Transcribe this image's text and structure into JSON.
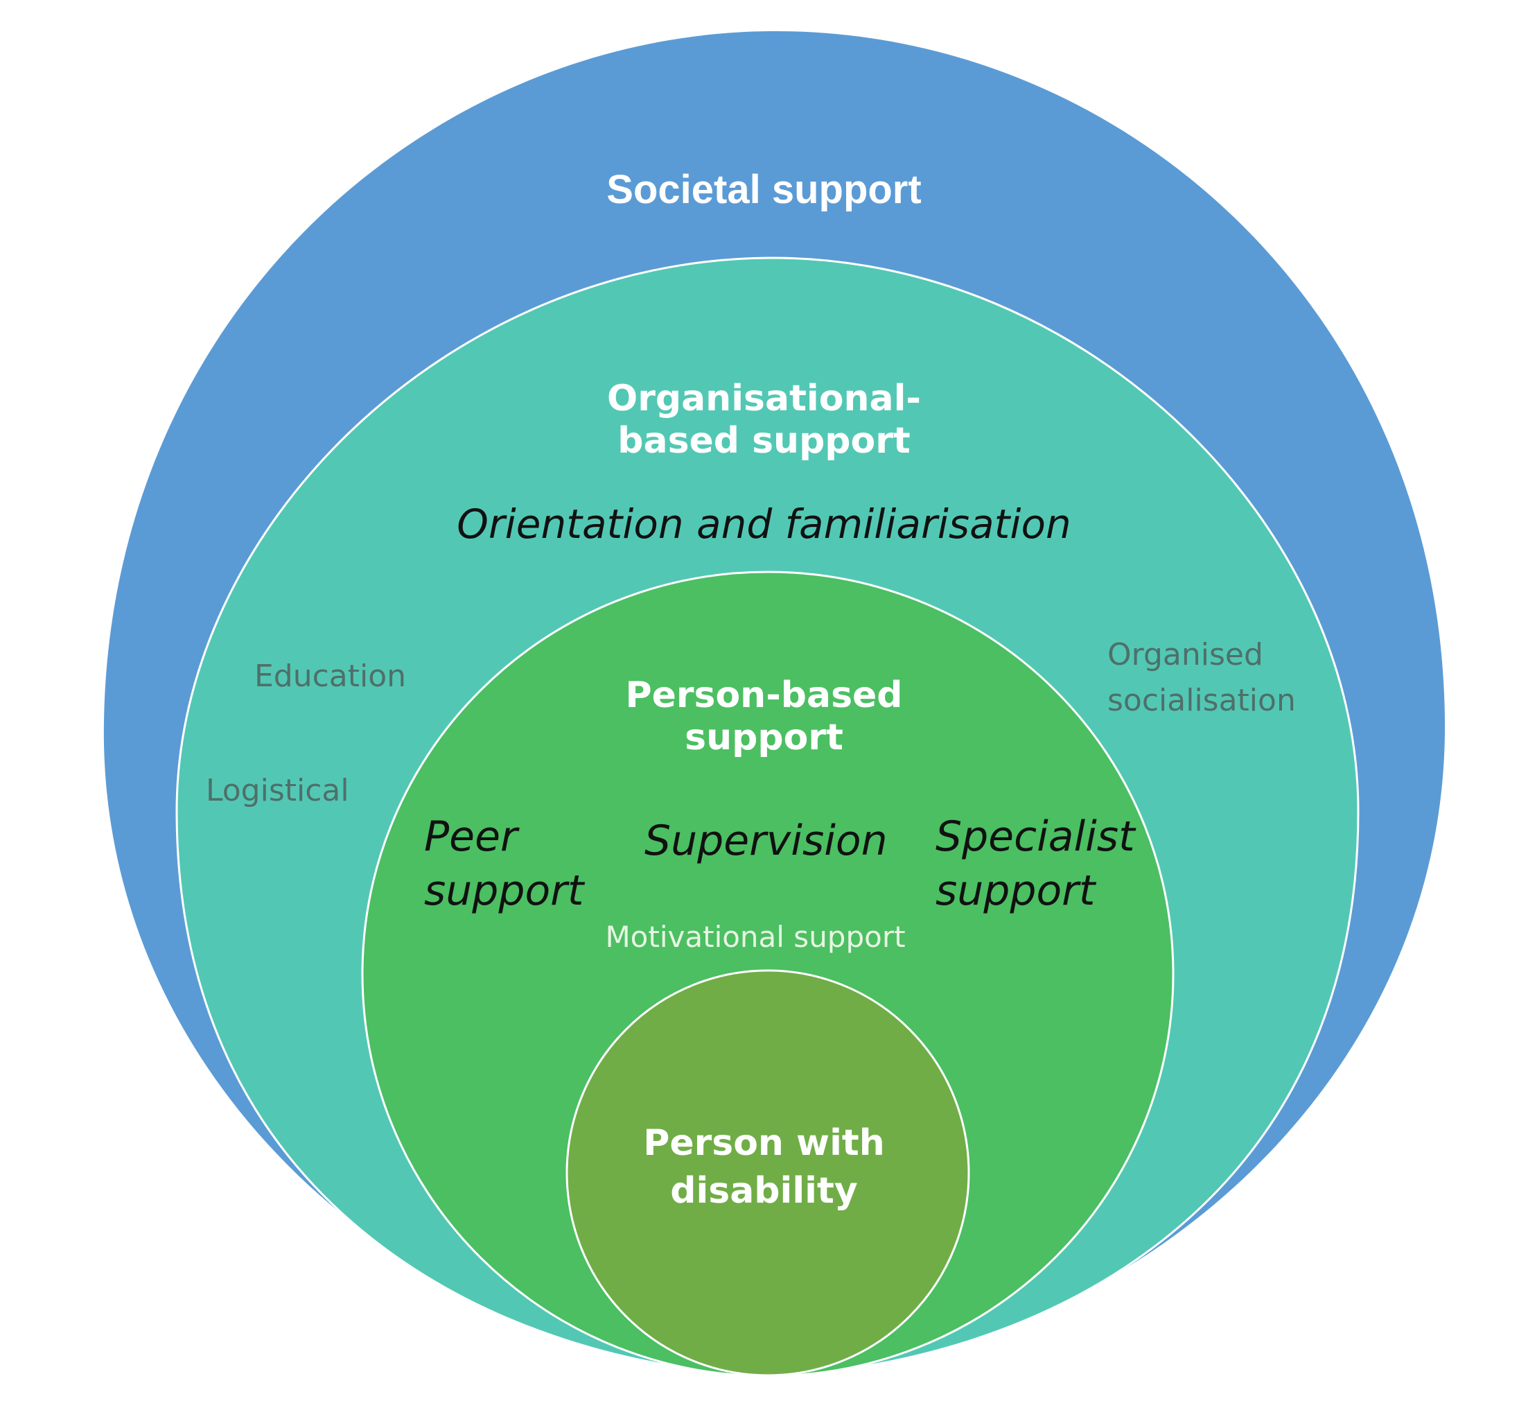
{
  "diagram": {
    "colors": {
      "societal": "#5b9bd5",
      "organisational": "#52c8b4",
      "person_based": "#4bbf62",
      "person": "#70ad47",
      "outline": "#ffffff",
      "label_white": "#ffffff",
      "label_dark": "#111111",
      "label_grey": "#4f6f6a"
    },
    "layers": {
      "societal": {
        "title": "Societal support"
      },
      "organisational": {
        "title_line1": "Organisational-",
        "title_line2": "based support",
        "emphasis": "Orientation and familiarisation",
        "items": {
          "education": "Education",
          "logistical": "Logistical",
          "organised_line1": "Organised",
          "organised_line2": "socialisation"
        }
      },
      "person_based": {
        "title_line1": "Person-based",
        "title_line2": "support",
        "peer_line1": "Peer",
        "peer_line2": "support",
        "supervision": "Supervision",
        "specialist_line1": "Specialist",
        "specialist_line2": "support",
        "motivational": "Motivational support"
      },
      "person": {
        "title_line1": "Person with",
        "title_line2": "disability"
      }
    }
  }
}
